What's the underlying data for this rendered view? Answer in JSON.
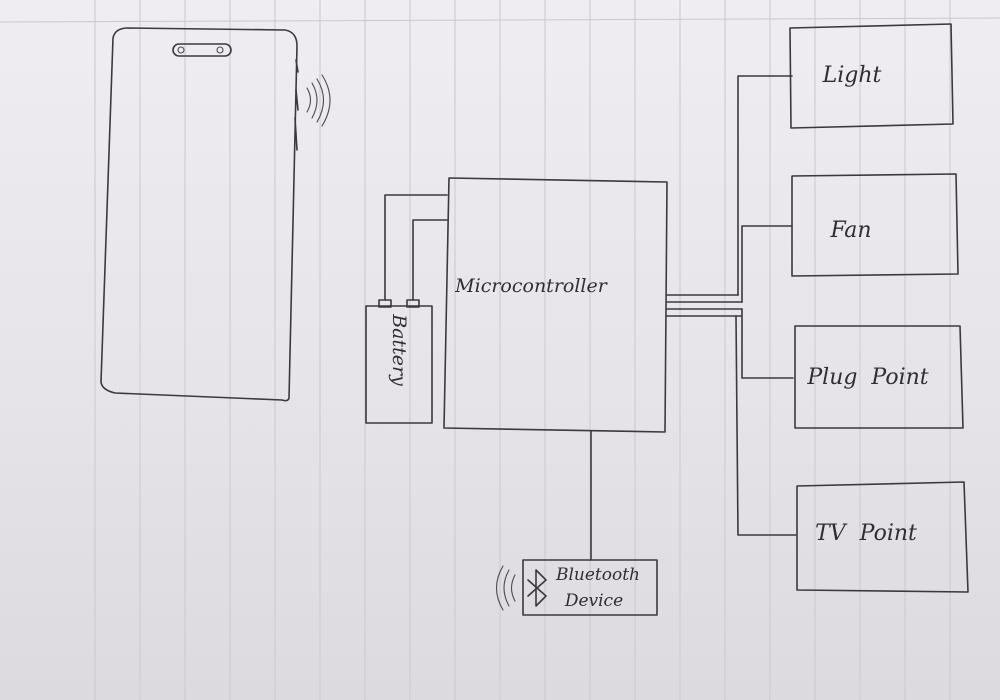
{
  "diagram": {
    "blocks": {
      "microcontroller": "Microcontroller",
      "battery": "Battery",
      "bluetooth_line1": "Bluetooth",
      "bluetooth_line2": "Device",
      "light": "Light",
      "fan": "Fan",
      "plug_point": "Plug  Point",
      "tv_point": "TV  Point"
    }
  },
  "colors": {
    "ink": "#3a3a3e",
    "paper": "#eceaee"
  },
  "icons": [
    "smartphone-icon",
    "signal-waves-icon",
    "bluetooth-icon"
  ]
}
